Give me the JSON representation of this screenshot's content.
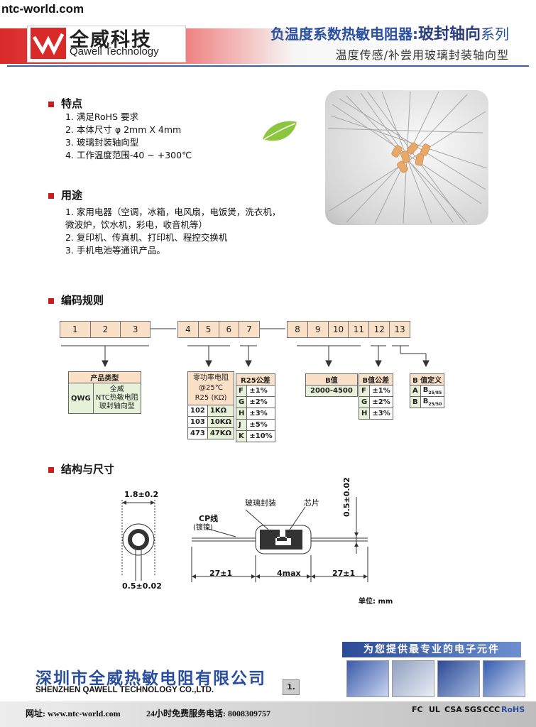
{
  "header": {
    "site": "ntc-world.com",
    "logo_cn": "全威科技",
    "logo_en": "Qawell Technology",
    "title_prefix": "负温度系数热敏电阻器:",
    "title_highlight": "玻封轴向",
    "title_suffix": "系列",
    "subtitle": "温度传感/补尝用玻璃封装轴向型"
  },
  "features": {
    "heading": "特点",
    "items": [
      "1.  满足RoHS 要求",
      "2.  本体尺寸 φ 2mm X 4mm",
      "3.  玻璃封装轴向型",
      "4.  工作温度范围-40 ~ +300℃"
    ]
  },
  "usage": {
    "heading": "用途",
    "items": [
      "1. 家用电器（空调，冰箱，电风扇，电饭煲，洗衣机，",
      "    微波炉，饮水机，彩电，收音机等）",
      "2. 复印机、传真机、打印机、程控交换机",
      "3. 手机电池等通讯产品。"
    ]
  },
  "coding": {
    "heading": "编码规则",
    "digits_a": [
      "1",
      "2",
      "3"
    ],
    "digits_b": [
      "4",
      "5",
      "6",
      "7"
    ],
    "digits_c": [
      "8",
      "9",
      "10",
      "11",
      "12",
      "13"
    ],
    "product": {
      "header": "产品类型",
      "code": "QWG",
      "desc": [
        "全威",
        "NTC热敏电阻",
        "玻封轴向型"
      ]
    },
    "resistance": {
      "header": [
        "零功率电阻",
        "@25℃",
        "R25 (KΩ)"
      ],
      "rows": [
        [
          "102",
          "1KΩ"
        ],
        [
          "103",
          "10KΩ"
        ],
        [
          "473",
          "47KΩ"
        ]
      ]
    },
    "r_tol": {
      "header": "R25公差",
      "rows": [
        [
          "F",
          "±1%"
        ],
        [
          "G",
          "±2%"
        ],
        [
          "H",
          "±3%"
        ],
        [
          "J",
          "±5%"
        ],
        [
          "K",
          "±10%"
        ]
      ]
    },
    "b_value": {
      "header": "B值",
      "range": "2000-4500"
    },
    "b_tol": {
      "header": "B值公差",
      "rows": [
        [
          "F",
          "±1%"
        ],
        [
          "G",
          "±2%"
        ],
        [
          "H",
          "±3%"
        ]
      ]
    },
    "b_def": {
      "header": "B 值定义",
      "rows": [
        [
          "A",
          "B",
          "25/85"
        ],
        [
          "B",
          "B",
          "25/50"
        ]
      ]
    }
  },
  "structure": {
    "heading": "结构与尺寸",
    "dia": "1.8±0.2",
    "lead_dia": "0.5±0.02",
    "cp_label": "CP线",
    "cp_sub": "(镀镍)",
    "glass": "玻璃封装",
    "chip": "芯片",
    "lead_len_l": "27±1",
    "body_len": "4max",
    "lead_len_r": "27±1",
    "wire_dia": "0.5±0.02",
    "unit": "单位:  mm"
  },
  "footer": {
    "slogan": "为您提供最专业的电子元件",
    "company_cn": "深圳市全威热敏电阻有限公司",
    "company_en": "SHENZHEN QAWELL TECHNOLOGY CO.,LTD.",
    "page": "1.",
    "web": "网址: www.ntc-world.com",
    "hotline": "24小时免费服务电话: 8008309757",
    "certs": [
      "FC",
      "UL",
      "CSA",
      "SGS",
      "CCC",
      "RoHS"
    ]
  },
  "colors": {
    "accent_red": "#c91e1e",
    "brand_blue": "#2b4fa0",
    "code_fill": "#fbe0c8",
    "green_fill": "#e6f1d8"
  }
}
